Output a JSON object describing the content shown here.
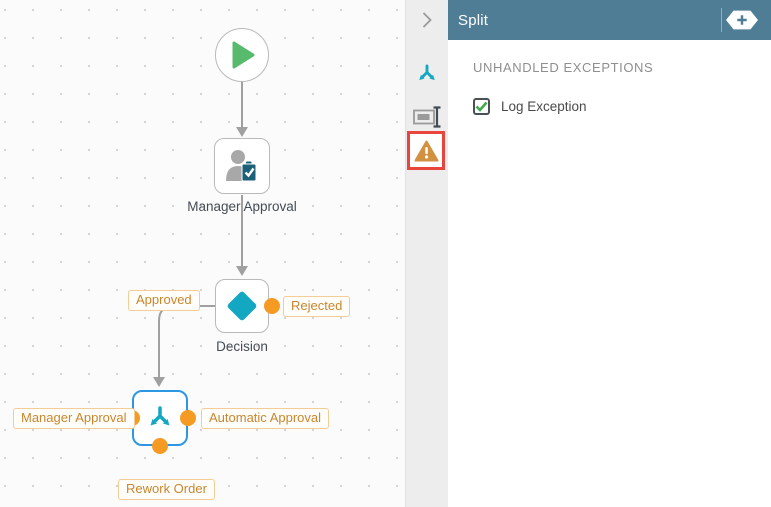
{
  "panel": {
    "title": "Split",
    "sections": {
      "unhandled_exceptions": {
        "title": "UNHANDLED EXCEPTIONS",
        "log_exception": {
          "label": "Log Exception",
          "checked": true
        }
      }
    }
  },
  "toolbar": {
    "collapse": "chevron-right",
    "tools": [
      "split",
      "rename",
      "exceptions"
    ],
    "highlighted_tool": "exceptions"
  },
  "workflow": {
    "nodes": {
      "start": {
        "type": "start"
      },
      "manager_approval": {
        "label": "Manager Approval",
        "type": "user-task"
      },
      "decision": {
        "label": "Decision",
        "type": "decision"
      },
      "split": {
        "type": "split",
        "selected": true
      }
    },
    "line_labels": {
      "approved": "Approved",
      "rejected": "Rejected",
      "manager_approval": "Manager Approval",
      "automatic_approval": "Automatic Approval",
      "rework_order": "Rework Order"
    }
  },
  "colors": {
    "header_bg": "#4e7d95",
    "teal": "#14a7c2",
    "start_green": "#57ba6d",
    "port_orange": "#f59a23",
    "label_orange_text": "#c9862e",
    "selection_blue": "#2e97e3",
    "highlight_red": "#e8453c",
    "check_green": "#3faa4e"
  }
}
